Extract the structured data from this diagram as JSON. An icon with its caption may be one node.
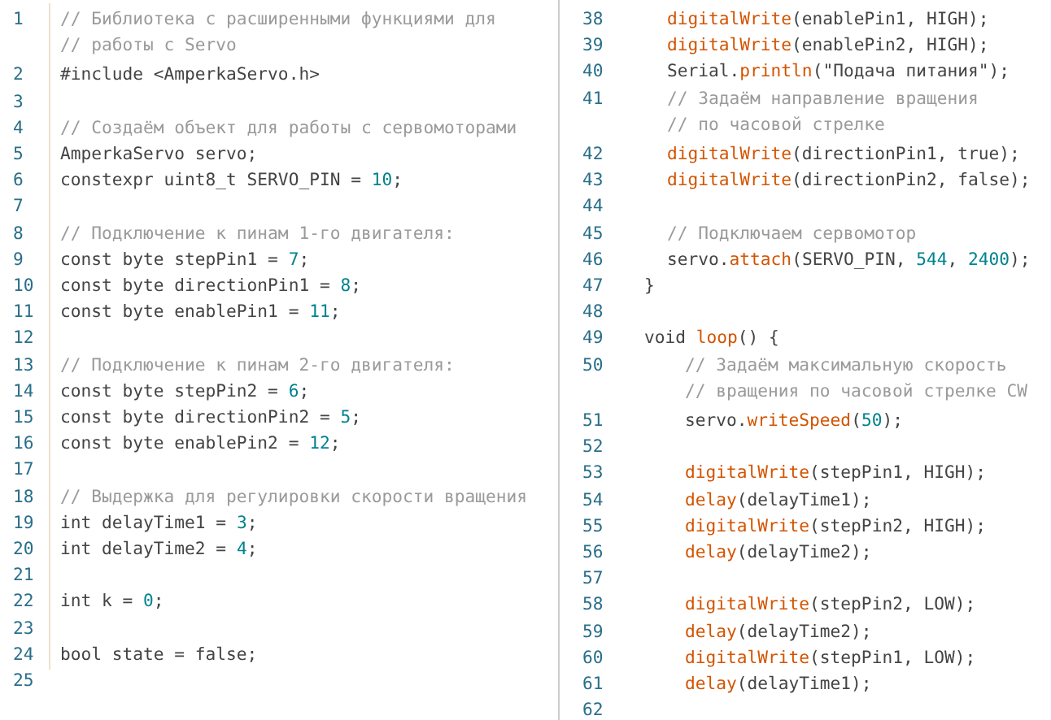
{
  "diagram": {
    "labels": [
      "1",
      "// Библиотека с расширенными функциями для // работы с Servo",
      "2",
      "#include <AmperkaServo.h>",
      "3",
      "4",
      "// Создаём объект для работы с сервомоторами",
      "5",
      "AmperkaServo servo;",
      "6",
      "constexpr uint8_t SERVO_PIN = 10;",
      "7",
      "8",
      "// Подключение к пинам 1-го двигателя:",
      "9",
      "const byte stepPin1 = 7;",
      "10",
      "const byte directionPin1 = 8;",
      "11",
      "const byte enablePin1 = 11;",
      "12",
      "13",
      "// Подключение к пинам 2-го двигателя:",
      "14",
      "const byte stepPin2 = 6;",
      "15",
      "const byte directionPin2 = 5;",
      "16",
      "const byte enablePin2 = 12;",
      "17",
      "18",
      "// Выдержка для регулировки скорости вращения",
      "19",
      "int delayTime1 = 3;",
      "20",
      "int delayTime2 = 4;",
      "21",
      "22",
      "int k = 0;",
      "23",
      "24",
      "bool state = false;",
      "25",
      "38",
      "digitalWrite(enablePin1, HIGH);",
      "39",
      "digitalWrite(enablePin2, HIGH);",
      "40",
      "Serial.println(\"Подача питания\");",
      "41",
      "// Задаём направление вращения // по часовой стрелке",
      "42",
      "digitalWrite(directionPin1, true);",
      "43",
      "digitalWrite(directionPin2, false);",
      "44",
      "45",
      "// Подключаем сервомотор",
      "46",
      "servo.attach(SERVO_PIN, 544, 2400);",
      "47",
      "}",
      "48",
      "49",
      "void loop() {",
      "50",
      "// Задаём максимальную скорость // вращения по часовой стрелке CW",
      "51",
      "servo.writeSpeed(50);",
      "52",
      "53",
      "digitalWrite(stepPin1, HIGH);",
      "54",
      "delay(delayTime1);",
      "55",
      "digitalWrite(stepPin2, HIGH);",
      "56",
      "delay(delayTime2);",
      "57",
      "58",
      "digitalWrite(stepPin2, LOW);",
      "59",
      "delay(delayTime2);",
      "60",
      "digitalWrite(stepPin1, LOW);",
      "61",
      "delay(delayTime1);",
      "62"
    ]
  }
}
